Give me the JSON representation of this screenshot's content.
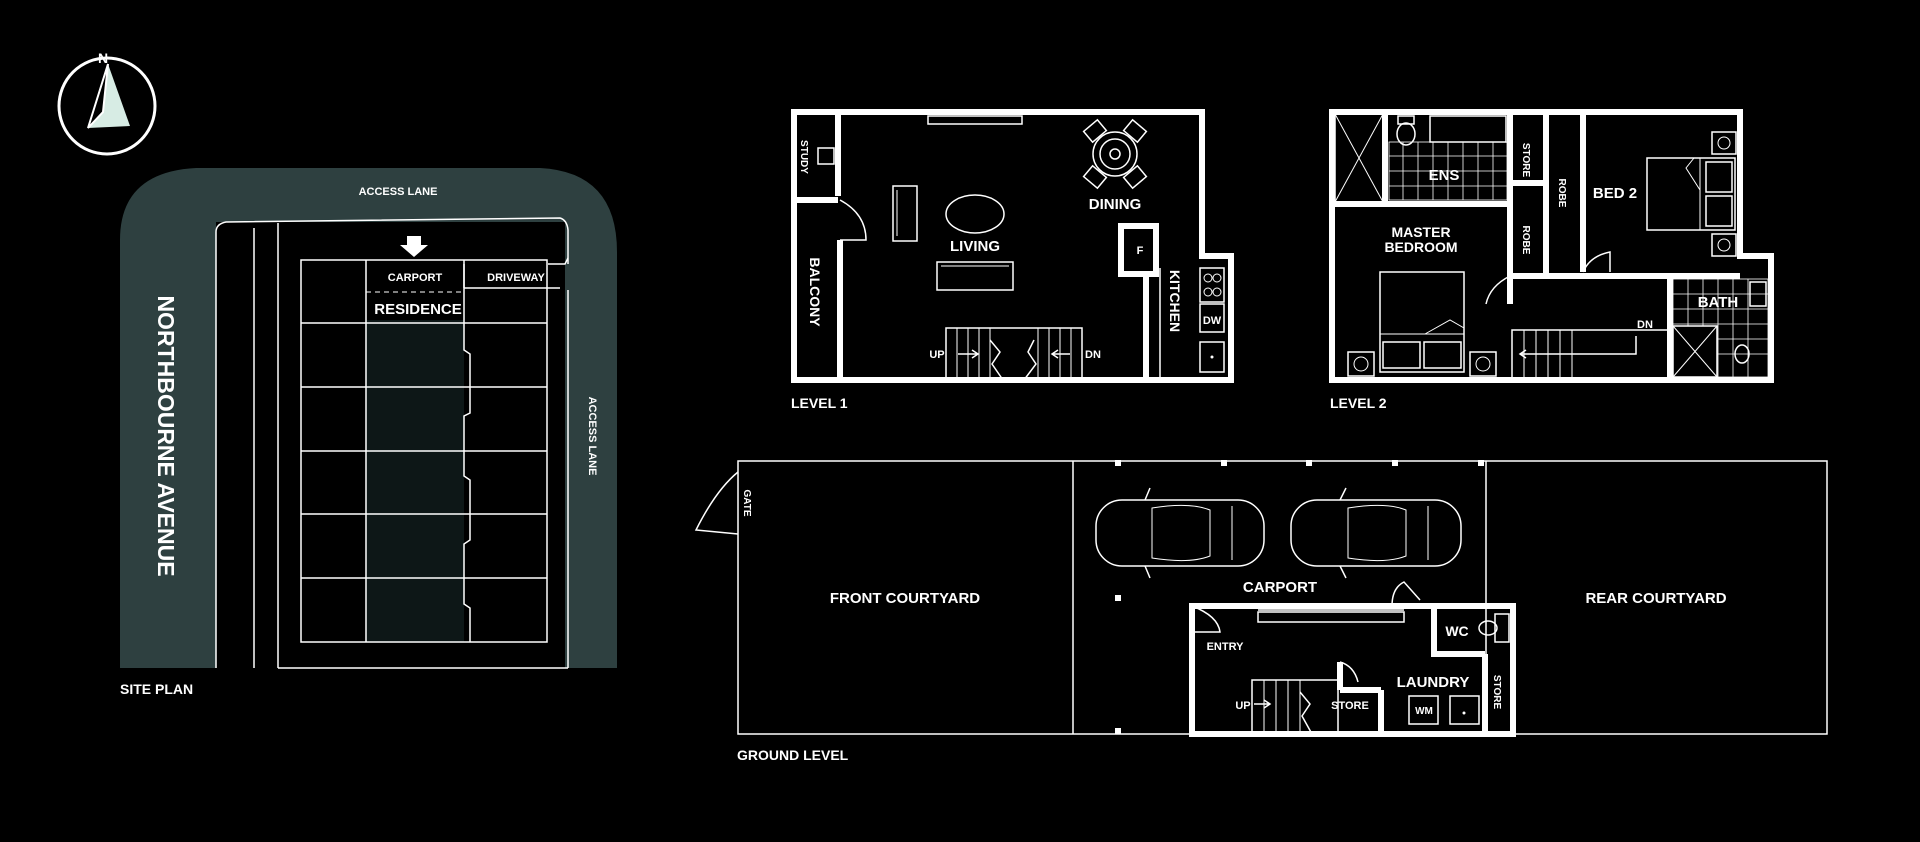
{
  "colors": {
    "background": "#000000",
    "road": "#2e4040",
    "residence": "#0d1717",
    "lines": "#ffffff",
    "compass": "#d7ece4"
  },
  "compass": {
    "north": "N"
  },
  "site": {
    "caption": "SITE PLAN",
    "street": "NORTHBOURNE AVENUE",
    "lane_top": "ACCESS LANE",
    "lane_side": "ACCESS LANE",
    "carport": "CARPORT",
    "driveway": "DRIVEWAY",
    "residence": "RESIDENCE"
  },
  "level1": {
    "caption": "LEVEL 1",
    "rooms": {
      "study": "STUDY",
      "balcony": "BALCONY",
      "living": "LIVING",
      "dining": "DINING",
      "kitchen": "KITCHEN",
      "fridge": "F",
      "dishwasher": "DW"
    },
    "stairs": {
      "up": "UP",
      "down": "DN"
    }
  },
  "level2": {
    "caption": "LEVEL 2",
    "rooms": {
      "ensuite": "ENS",
      "store": "STORE",
      "robe_a": "ROBE",
      "robe_b": "ROBE",
      "bed2": "BED 2",
      "master_1": "MASTER",
      "master_2": "BEDROOM",
      "bath": "BATH"
    },
    "stairs": {
      "down": "DN"
    }
  },
  "ground": {
    "caption": "GROUND LEVEL",
    "gate": "GATE",
    "rooms": {
      "front": "FRONT COURTYARD",
      "carport": "CARPORT",
      "rear": "REAR COURTYARD",
      "entry": "ENTRY",
      "wc": "WC",
      "laundry": "LAUNDRY",
      "store_side": "STORE",
      "store": "STORE",
      "washer": "WM"
    },
    "stairs": {
      "up": "UP"
    }
  }
}
